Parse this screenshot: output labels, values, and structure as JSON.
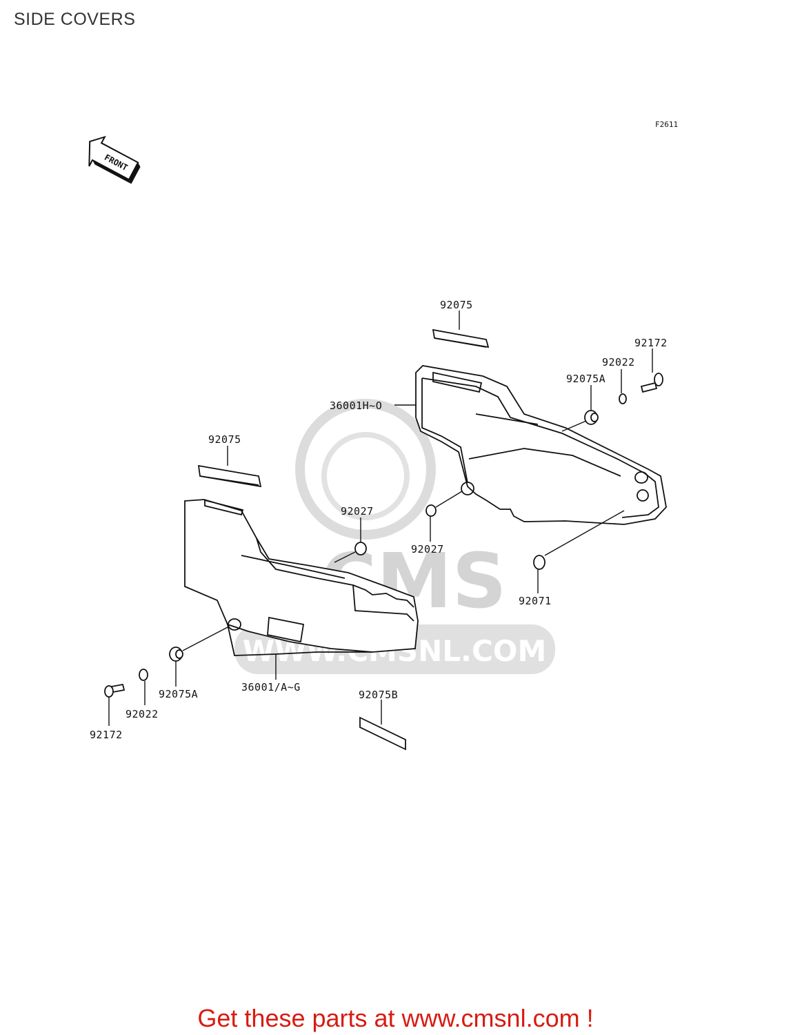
{
  "title": "SIDE COVERS",
  "figure_id": "F2611",
  "front_arrow_text": "FRONT",
  "parts": {
    "p92075_top": "92075",
    "p92172_right": "92172",
    "p92022_right": "92022",
    "p92075A_right": "92075A",
    "p36001H": "36001H~O",
    "p92075_left": "92075",
    "p92027_left": "92027",
    "p92027_right": "92027",
    "p92071": "92071",
    "p92075A_left": "92075A",
    "p36001": "36001/A~G",
    "p92022_left": "92022",
    "p92172_left": "92172",
    "p92075B": "92075B"
  },
  "watermark": {
    "brand": "CMS",
    "url": "WWW.CMSNL.COM"
  },
  "footer": "Get these parts at www.cmsnl.com !",
  "colors": {
    "footer": "#d81b12",
    "watermark": "#d4d4d4"
  }
}
